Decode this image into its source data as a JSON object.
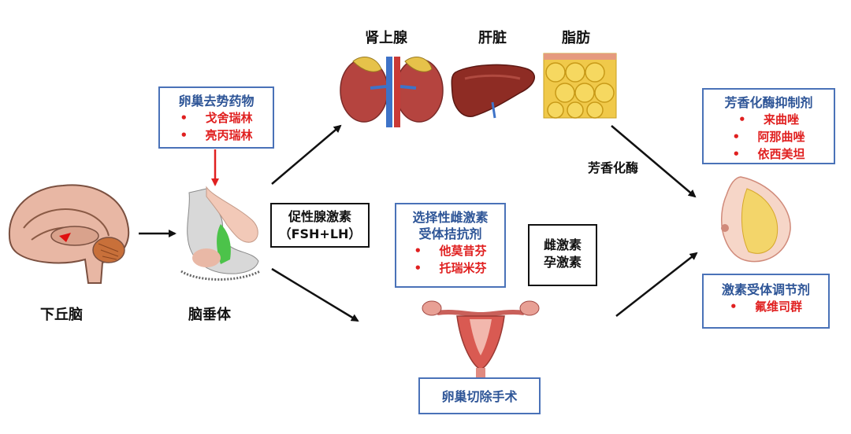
{
  "organ_labels": {
    "hypothalamus": "下丘脑",
    "pituitary": "脑垂体",
    "adrenal": "肾上腺",
    "liver": "肝脏",
    "fat": "脂肪"
  },
  "boxes": {
    "ovarian_suppression": {
      "title": "卵巢去势药物",
      "items": [
        "戈舍瑞林",
        "亮丙瑞林"
      ]
    },
    "gonadotropin": {
      "line1": "促性腺激素",
      "line2": "（FSH+LH）"
    },
    "serm": {
      "title1": "选择性雌激素",
      "title2": "受体拮抗剂",
      "items": [
        "他莫昔芬",
        "托瑞米芬"
      ]
    },
    "hormones": {
      "line1": "雌激素",
      "line2": "孕激素"
    },
    "oophorectomy": {
      "title": "卵巢切除手术"
    },
    "aromatase_inhibitor": {
      "title": "芳香化酶抑制剂",
      "items": [
        "来曲唑",
        "阿那曲唑",
        "依西美坦"
      ]
    },
    "serd": {
      "title": "激素受体调节剂",
      "items": [
        "氟维司群"
      ]
    }
  },
  "aromatase_label": "芳香化酶",
  "bullet": "•",
  "colors": {
    "blue_border": "#4a72b8",
    "blue_text": "#2e5597",
    "red_text": "#e02020",
    "arrow": "#111111",
    "red_arrow": "#e02020"
  }
}
